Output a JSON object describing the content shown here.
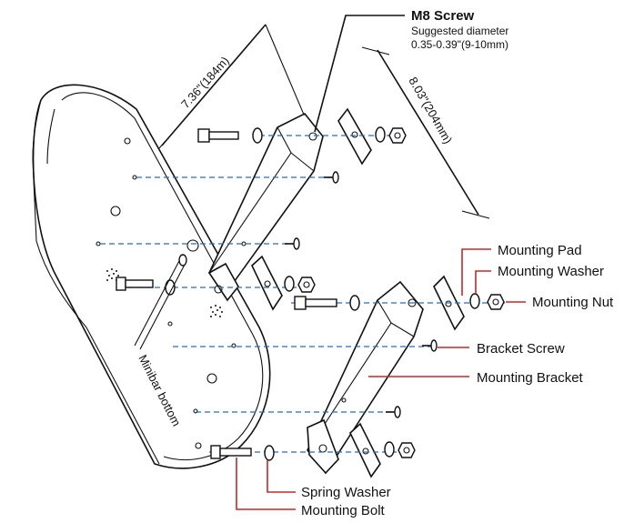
{
  "callout": {
    "title": "M8 Screw",
    "line1": "Suggested diameter",
    "line2": "0.35-0.39\"(9-10mm)"
  },
  "dimensions": {
    "width": "7.36\"(184m)",
    "length": "8.03\"(204mm)"
  },
  "labels": {
    "mounting_pad": "Mounting Pad",
    "mounting_washer": "Mounting Washer",
    "mounting_nut": "Mounting Nut",
    "bracket_screw": "Bracket Screw",
    "mounting_bracket": "Mounting Bracket",
    "spring_washer": "Spring Washer",
    "mounting_bolt": "Mounting Bolt",
    "minibar_bottom": "Minibar bottom"
  },
  "colors": {
    "leader": "#c62828",
    "alignment": "#2b6cb5",
    "outline": "#111111"
  }
}
